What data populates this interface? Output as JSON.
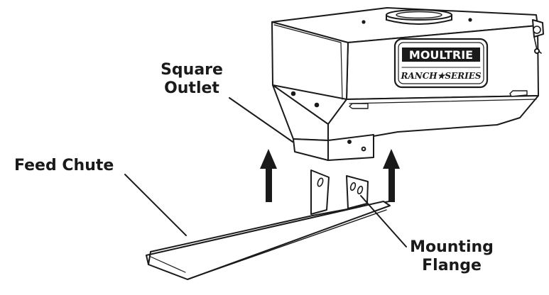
{
  "labels": {
    "square_outlet": [
      "Square",
      "Outlet"
    ],
    "feed_chute": "Feed Chute",
    "mounting_flange": [
      "Mounting",
      "Flange"
    ]
  },
  "logo": {
    "brand": "MOULTRIE",
    "series": "RANCH★SERIES"
  },
  "colors": {
    "ink": "#1a1a1a",
    "background": "#ffffff"
  }
}
